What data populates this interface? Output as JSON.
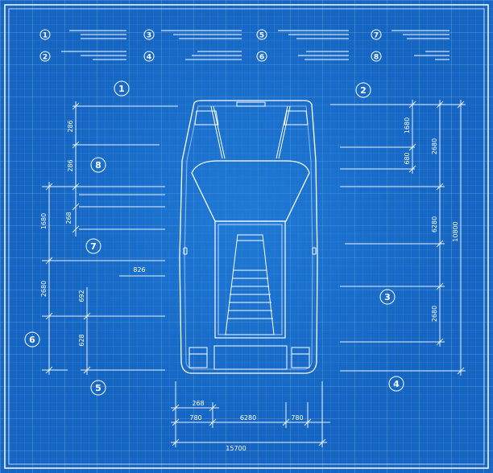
{
  "colors": {
    "background": "#1565c2",
    "line": "#ffffff"
  },
  "legend": [
    {
      "num": "1"
    },
    {
      "num": "3"
    },
    {
      "num": "5"
    },
    {
      "num": "7"
    },
    {
      "num": "2"
    },
    {
      "num": "4"
    },
    {
      "num": "6"
    },
    {
      "num": "8"
    }
  ],
  "callouts": {
    "c1_left": "1",
    "c2_right": "2",
    "c3": "3",
    "c4": "4",
    "c5": "5",
    "c6": "6",
    "c7": "7",
    "c8": "8"
  },
  "dimensions": {
    "left_286_top": "286",
    "left_286_mid": "286",
    "left_268": "268",
    "left_1680": "1680",
    "left_826": "826",
    "left_692": "692",
    "left_2680": "2680",
    "left_628": "628",
    "right_1680": "1680",
    "right_680": "680",
    "right_2680_top": "2680",
    "right_6280": "6280",
    "right_10800": "10800",
    "right_2680_bottom": "2680",
    "bottom_268": "268",
    "bottom_780_left": "780",
    "bottom_6280": "6280",
    "bottom_780_right": "780",
    "bottom_15700": "15700"
  }
}
